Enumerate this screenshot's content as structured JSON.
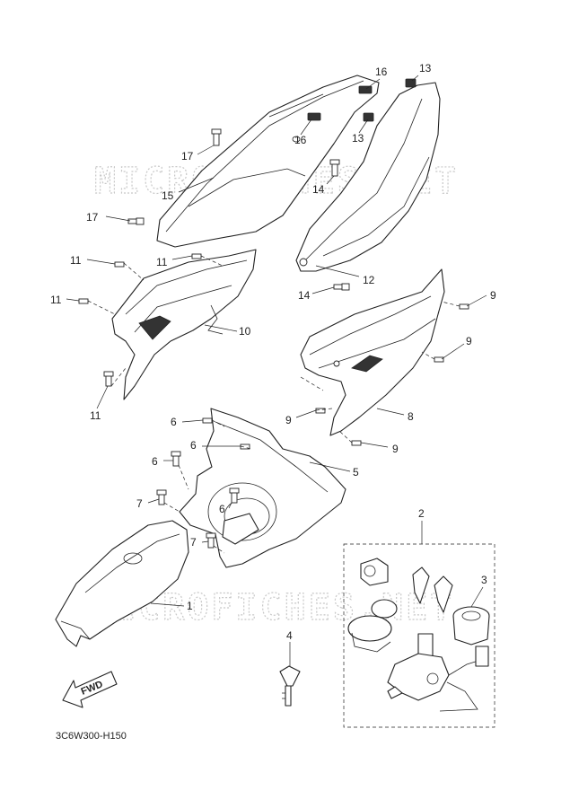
{
  "diagram": {
    "watermark_top": "MICROFICHES.NET",
    "watermark_bottom": "MICROFICHES.NET",
    "figure_code": "3C6W300-H150",
    "fwd_label": "FWD",
    "callouts": {
      "c1": "1",
      "c2": "2",
      "c3": "3",
      "c4": "4",
      "c5": "5",
      "c6a": "6",
      "c6b": "6",
      "c6c": "6",
      "c6d": "6",
      "c7a": "7",
      "c7b": "7",
      "c8": "8",
      "c9a": "9",
      "c9b": "9",
      "c9c": "9",
      "c9d": "9",
      "c10": "10",
      "c11a": "11",
      "c11b": "11",
      "c11c": "11",
      "c11d": "11",
      "c12": "12",
      "c13a": "13",
      "c13b": "13",
      "c14a": "14",
      "c14b": "14",
      "c15": "15",
      "c16a": "16",
      "c16b": "16",
      "c17a": "17",
      "c17b": "17"
    }
  }
}
